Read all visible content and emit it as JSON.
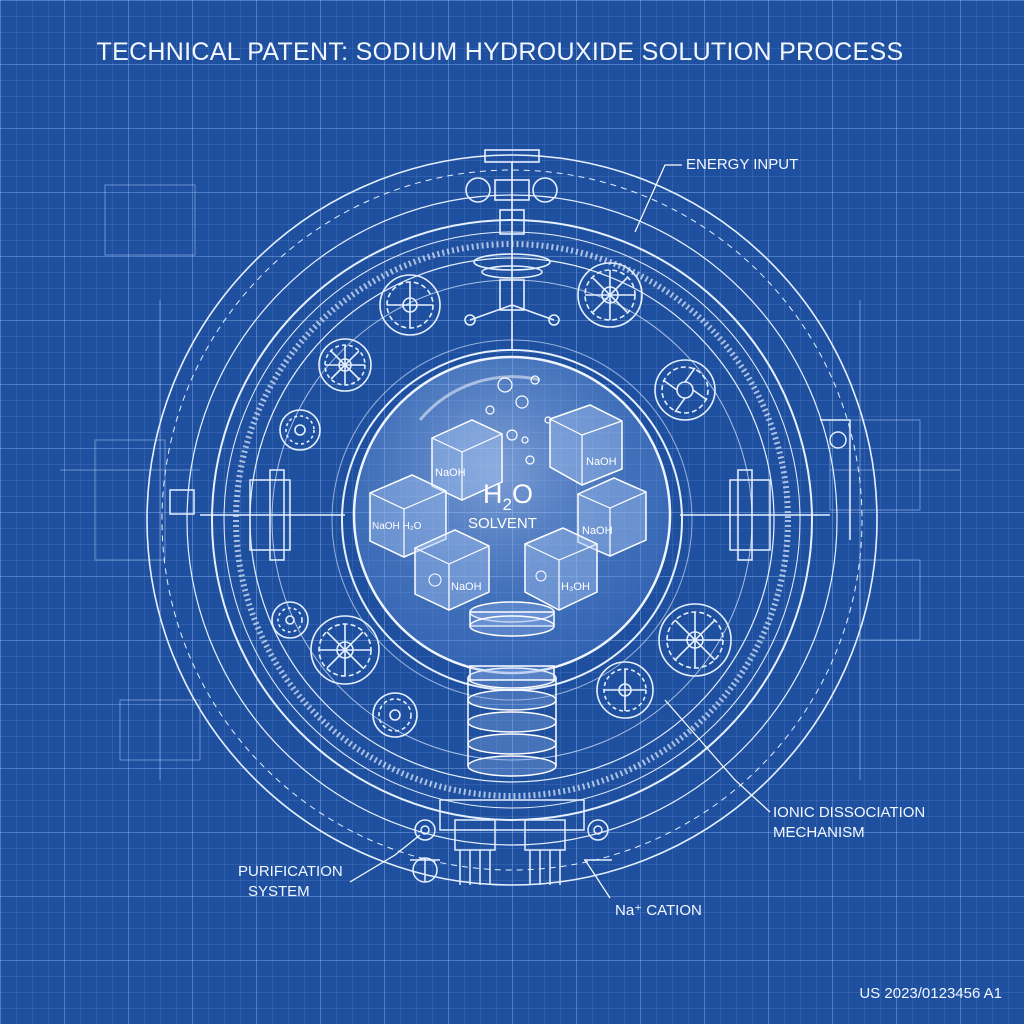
{
  "title": "TECHNICAL PATENT: SODIUM HYDROUXIDE SOLUTION PROCESS",
  "core": {
    "solvent_formula_main": "H",
    "solvent_formula_sub": "2",
    "solvent_formula_end": "O",
    "solvent_label": "SOLVENT"
  },
  "cubes": [
    "NaOH",
    "NaOH",
    "NaOH H₂O",
    "NaOH",
    "NaOH",
    "H₃OH"
  ],
  "callouts": {
    "energy": "ENERGY INPUT",
    "ionic_line1": "IONIC DISSOCIATION",
    "ionic_line2": "MECHANISM",
    "purification_line1": "PURIFICATION",
    "purification_line2": "SYSTEM",
    "cation": "Na⁺ CATION"
  },
  "patent_number": "US 2023/0123456 A1",
  "colors": {
    "background": "#1f50a0",
    "line": "#e6f0ff",
    "accent": "#bcd6ff"
  }
}
